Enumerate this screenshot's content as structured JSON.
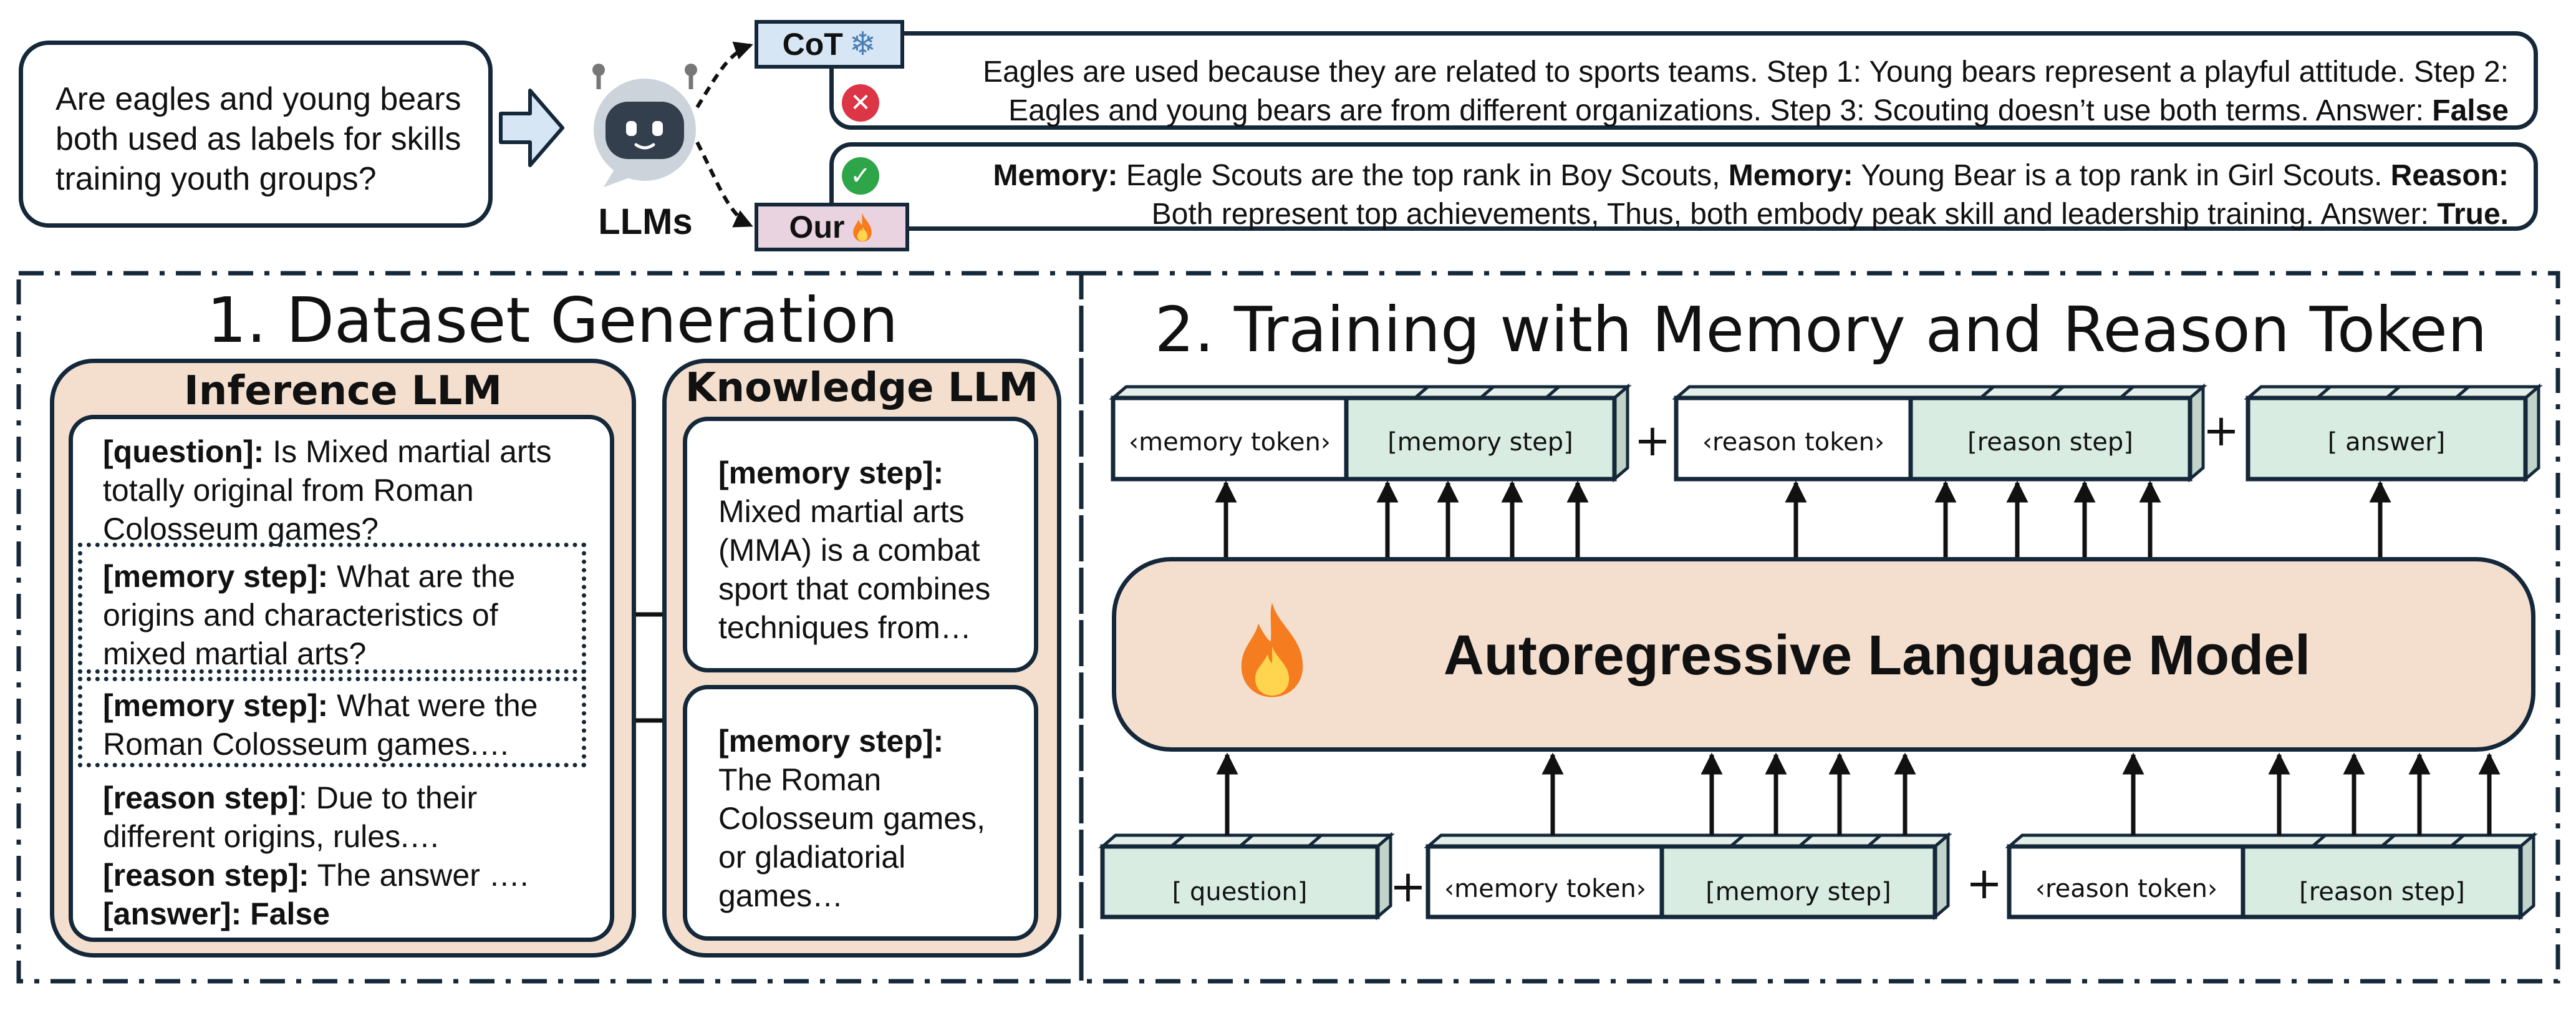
{
  "top": {
    "question": "Are eagles and young bears both used as labels for skills training youth groups?",
    "llm_label": "LLMs",
    "cot_tag": "CoT",
    "our_tag": "Our",
    "cot_answer": {
      "line1": "Eagles are used because they are related to sports teams. Step 1: Young bears represent a playful attitude. Step 2:",
      "line2": "Eagles and young bears are from different organizations. Step 3: Scouting doesn’t use both terms. Answer:",
      "answer": "False"
    },
    "our_answer": {
      "memory_label_1": "Memory:",
      "memory_text_1": "Eagle Scouts are the top rank in Boy Scouts,",
      "memory_label_2": "Memory:",
      "memory_text_2": "Young Bear is a top rank in Girl Scouts.",
      "reason_label": "Reason:",
      "line2": "Both represent top achievements, Thus, both embody peak skill and leadership training. Answer:",
      "answer": "True."
    }
  },
  "panel1": {
    "title": "1.  Dataset Generation",
    "inference_title": "Inference LLM",
    "knowledge_title": "Knowledge LLM",
    "inference_card": {
      "question_label": "[question]:",
      "question_line1": "Is Mixed martial arts",
      "question_line2": "totally original from Roman",
      "question_line3": "Colosseum games?",
      "memory1_label": "[memory step]:",
      "memory1_line1": "What are the",
      "memory1_line2": "origins and characteristics of",
      "memory1_line3": "mixed martial arts?",
      "memory2_label": "[memory step]:",
      "memory2_line1": "What were the",
      "memory2_line2": "Roman Colosseum games.…",
      "reason1_label": "[reason step]",
      "reason1_line1": ": Due to their",
      "reason1_line2": "different origins, rules.…",
      "reason2_label": "[reason step]:",
      "reason2_text": "The answer ….",
      "answer_label": "[answer]:",
      "answer_value": "False"
    },
    "knowledge_card_1": {
      "label": "[memory step]:",
      "line1": "Mixed martial arts",
      "line2": "(MMA) is a combat",
      "line3": "sport that combines",
      "line4": "techniques from…"
    },
    "knowledge_card_2": {
      "label": "[memory step]:",
      "line1": "The Roman",
      "line2": "Colosseum games,",
      "line3": "or gladiatorial",
      "line4": "games…"
    }
  },
  "panel2": {
    "title": "2. Training with Memory and Reason Token",
    "model_label": "Autoregressive Language Model",
    "output_tokens": {
      "memory_token": "‹memory token›",
      "memory_step": "[memory step]",
      "reason_token": "‹reason token›",
      "reason_step": "[reason step]",
      "answer": "[ answer]"
    },
    "input_tokens": {
      "question": "[ question]",
      "memory_token": "‹memory token›",
      "memory_step": "[memory step]",
      "reason_token": "‹reason token›",
      "reason_step": "[reason step]"
    },
    "plus": "+"
  },
  "colors": {
    "border": "#14283a",
    "token_green": "#d8ece2",
    "panel_peach": "#f4dfcf",
    "cot_blue": "#d7e6f5",
    "our_pink": "#e9d3e0",
    "error_red": "#dc3545",
    "success_green": "#2ea548"
  },
  "icons": [
    "robot-icon",
    "snowflake-icon",
    "fire-icon",
    "cross-circle-icon",
    "check-circle-icon",
    "arrow-right-icon"
  ]
}
